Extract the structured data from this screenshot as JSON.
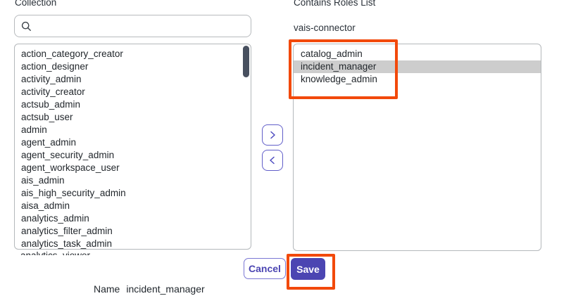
{
  "left_panel": {
    "label": "Collection",
    "search_placeholder": "",
    "items": [
      "action_category_creator",
      "action_designer",
      "activity_admin",
      "activity_creator",
      "actsub_admin",
      "actsub_user",
      "admin",
      "agent_admin",
      "agent_security_admin",
      "agent_workspace_user",
      "ais_admin",
      "ais_high_security_admin",
      "aisa_admin",
      "analytics_admin",
      "analytics_filter_admin",
      "analytics_task_admin",
      "analytics_viewer"
    ]
  },
  "transfer_buttons": {
    "move_right": ">",
    "move_left": "<"
  },
  "right_panel": {
    "label": "Contains Roles List",
    "group_name": "vais-connector",
    "items": [
      "catalog_admin",
      "incident_manager",
      "knowledge_admin"
    ],
    "selected_item": "incident_manager"
  },
  "footer": {
    "cancel_label": "Cancel",
    "save_label": "Save"
  },
  "name_row": {
    "label": "Name",
    "value": "incident_manager"
  },
  "colors": {
    "accent_indigo": "#4b45b2",
    "annotation_orange": "#f2490b",
    "selection_gray": "#cdcdcd",
    "scrollbar": "#48505f"
  }
}
